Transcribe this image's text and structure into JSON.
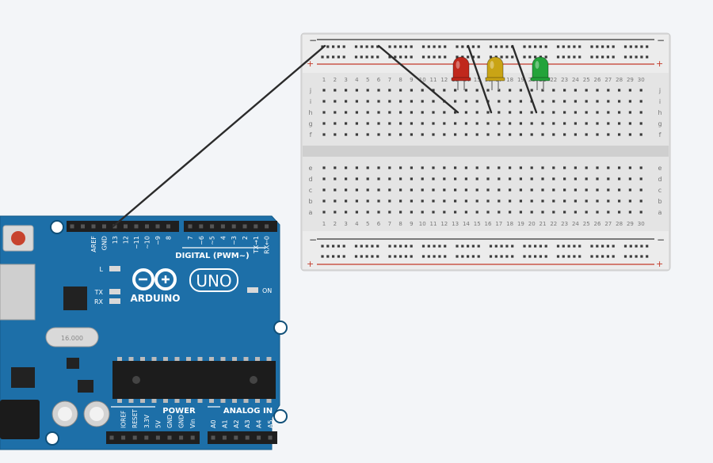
{
  "breadboard": {
    "polarity_minus": "−",
    "polarity_plus": "+",
    "columns": [
      "1",
      "2",
      "3",
      "4",
      "5",
      "6",
      "7",
      "8",
      "9",
      "10",
      "11",
      "12",
      "13",
      "14",
      "15",
      "16",
      "17",
      "18",
      "19",
      "20",
      "21",
      "22",
      "23",
      "24",
      "25",
      "26",
      "27",
      "28",
      "29",
      "30"
    ],
    "rows_top": [
      "j",
      "i",
      "h",
      "g",
      "f"
    ],
    "rows_bottom": [
      "e",
      "d",
      "c",
      "b",
      "a"
    ],
    "leds": [
      {
        "color_name": "red",
        "color": "#c0281c"
      },
      {
        "color_name": "yellow",
        "color": "#c9a415"
      },
      {
        "color_name": "green",
        "color": "#23a33a"
      }
    ]
  },
  "arduino": {
    "brand": "ARDUINO",
    "model": "UNO",
    "digital_title": "DIGITAL (PWM~)",
    "digital_pins": [
      "AREF",
      "GND",
      "13",
      "12",
      "~11",
      "~10",
      "~9",
      "8",
      "7",
      "~6",
      "~5",
      "4",
      "~3",
      "2",
      "TX→1",
      "RX←0"
    ],
    "power_title": "POWER",
    "power_pins": [
      "IOREF",
      "RESET",
      "3.3V",
      "5V",
      "GND",
      "GND",
      "Vin"
    ],
    "analog_title": "ANALOG IN",
    "analog_pins": [
      "A0",
      "A1",
      "A2",
      "A3",
      "A4",
      "A5"
    ],
    "led_labels": {
      "l": "L",
      "tx": "TX",
      "rx": "RX",
      "on": "ON"
    },
    "crystal_text": "16.000",
    "board_color": "#1d6fa8"
  },
  "wire_color": "#2b2b2b"
}
